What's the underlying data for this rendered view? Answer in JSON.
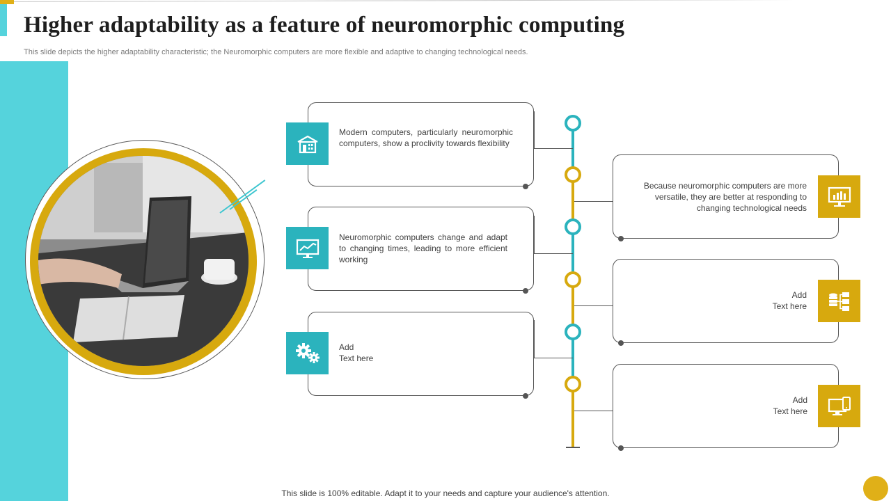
{
  "header": {
    "title": "Higher adaptability as a feature of neuromorphic computing",
    "subtitle": "This slide depicts the higher adaptability characteristic; the Neuromorphic computers are more flexible and adaptive to changing technological needs."
  },
  "cards_left": [
    {
      "text": "Modern computers, particularly neuromorphic computers, show a proclivity towards flexibility",
      "icon": "building-icon"
    },
    {
      "text": "Neuromorphic computers change and adapt to changing times, leading to more efficient working",
      "icon": "monitor-chart-icon"
    },
    {
      "text": "Add\nText here",
      "icon": "gears-icon"
    }
  ],
  "cards_right": [
    {
      "text": "Because neuromorphic computers are more versatile, they are better at responding to changing technological needs",
      "icon": "presentation-board-icon"
    },
    {
      "text": "Add\nText here",
      "icon": "database-network-icon"
    },
    {
      "text": "Add\nText here",
      "icon": "devices-icon"
    }
  ],
  "footer": {
    "text": "This slide is 100% editable. Adapt it to your needs and capture your audience's attention."
  },
  "colors": {
    "teal": "#2bb3bd",
    "light_teal": "#55d3dc",
    "gold": "#d7a90e",
    "yellow": "#e0b018"
  }
}
